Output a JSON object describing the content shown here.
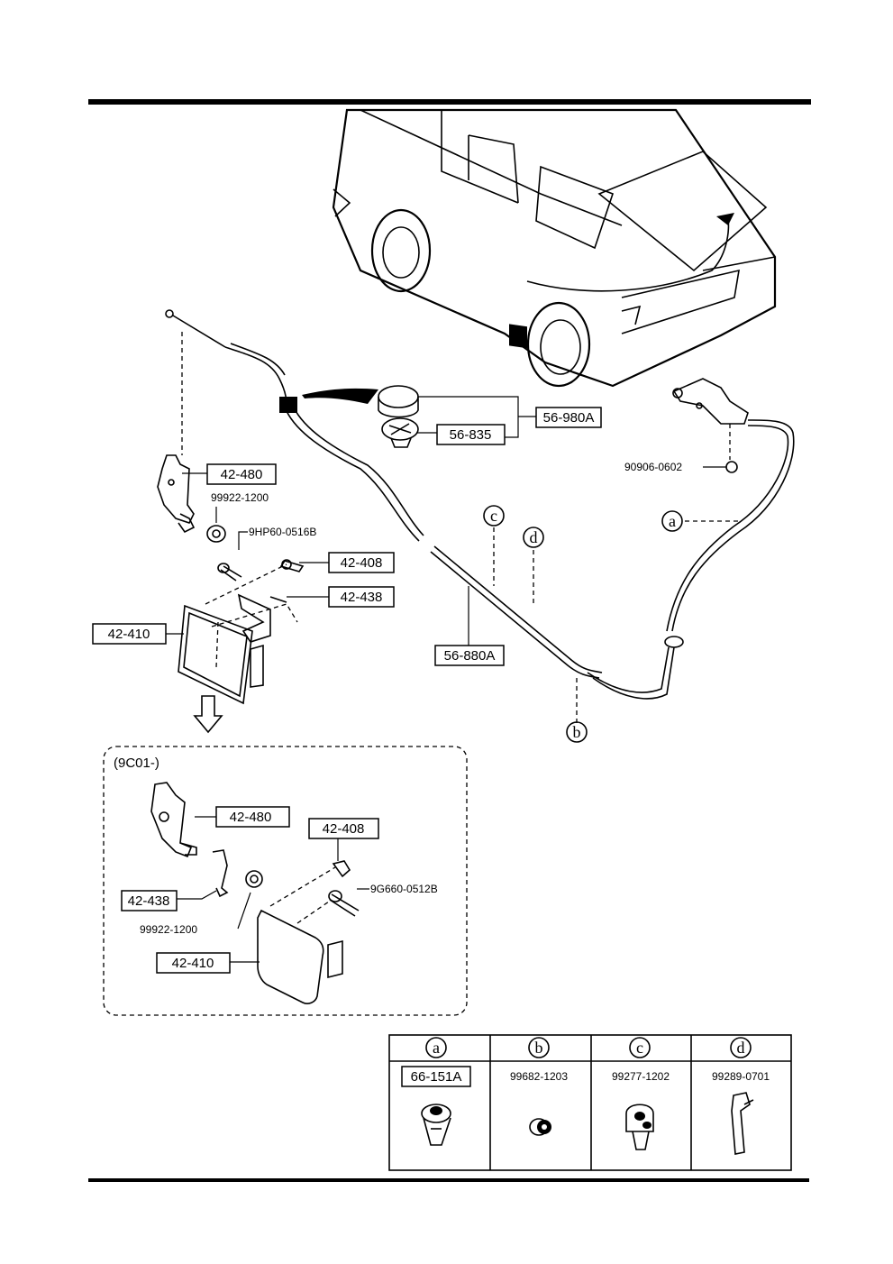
{
  "parts": {
    "cap_assy": "56-980A",
    "cap_ring": "56-835",
    "bolt_right": "90906-0602",
    "lever_top": "42-480",
    "nut_top": "99922-1200",
    "bolt_top": "9HP60-0516B",
    "stopper_top": "42-408",
    "hinge_top": "42-438",
    "lid_top": "42-410",
    "cable": "56-880A",
    "variant_label": "(9C01-)",
    "lever_var": "42-480",
    "stopper_var": "42-408",
    "bolt_var": "9G660-0512B",
    "hinge_var": "42-438",
    "nut_var": "99922-1200",
    "lid_var": "42-410"
  },
  "callouts": {
    "a": "a",
    "b": "b",
    "c": "c",
    "d": "d"
  },
  "legend": [
    {
      "letter": "a",
      "part": "66-151A",
      "boxed": true
    },
    {
      "letter": "b",
      "part": "99682-1203",
      "boxed": false
    },
    {
      "letter": "c",
      "part": "99277-1202",
      "boxed": false
    },
    {
      "letter": "d",
      "part": "99289-0701",
      "boxed": false
    }
  ]
}
